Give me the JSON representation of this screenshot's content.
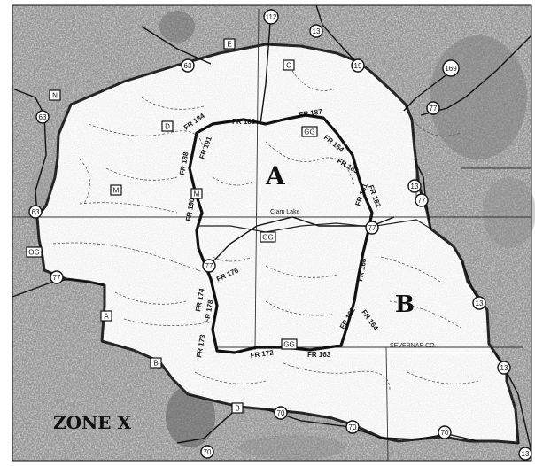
{
  "zones": {
    "a": "A",
    "b": "B",
    "x": "ZONE X"
  },
  "places": {
    "lake": "Clam Lake",
    "county": "SEVERNAE CO."
  },
  "shields": {
    "s112": "112",
    "s13n": "13",
    "s19": "19",
    "s169": "169",
    "s77ne": "77",
    "s13e": "13",
    "s77e": "77",
    "s13se": "13",
    "s13s": "13",
    "s13sw": "13",
    "s63n": "63",
    "s63w": "63",
    "s77w": "77",
    "s77c": "77",
    "s70a": "70",
    "s70b": "70",
    "s70c": "70",
    "s70d": "70"
  },
  "boxes": {
    "e": "E",
    "c": "C",
    "n": "N",
    "d": "D",
    "m1": "M",
    "m2": "M",
    "gg1": "GG",
    "gg2": "GG",
    "gg3": "GG",
    "og": "OG",
    "ba": "A",
    "bb1": "B",
    "bb2": "B"
  },
  "forest_roads": {
    "fr186": "FR 186",
    "fr187": "FR 187",
    "fr164": "FR 164",
    "fr183": "FR 183",
    "fr182": "FR 182",
    "fr181": "FR 181",
    "fr188": "FR 188",
    "fr191": "FR 191",
    "fr184": "FR 184",
    "fr190": "FR 190",
    "fr176": "FR 176",
    "fr174a": "FR 174",
    "fr178": "FR 178",
    "fr173": "FR 173",
    "fr172": "FR 172",
    "fr163": "FR 163",
    "fr166": "FR 166",
    "fr162": "FR 162",
    "fr164b": "FR 164"
  }
}
